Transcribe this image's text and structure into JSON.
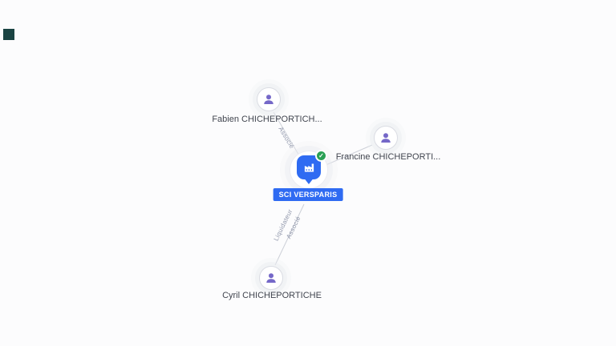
{
  "app": {
    "background": "#fcfcfd",
    "corner_tile_color": "#1a4342"
  },
  "graph": {
    "center": {
      "label": "SCI VERSPARIS",
      "type": "company",
      "pin_color": "#2f6bf2",
      "verified_badge": "✓",
      "badge_color": "#2aa055"
    },
    "persons": [
      {
        "label": "Fabien CHICHEPORTICH..."
      },
      {
        "label": "Francine CHICHEPORTI..."
      },
      {
        "label": "Cyril CHICHEPORTICHE"
      }
    ],
    "edge_labels": {
      "fabien_role": "Associé",
      "cyril_role1": "Liquidateur",
      "cyril_role2": "Associé"
    },
    "person_icon_color": "#7568c8",
    "line_color": "#cdd0d8"
  }
}
